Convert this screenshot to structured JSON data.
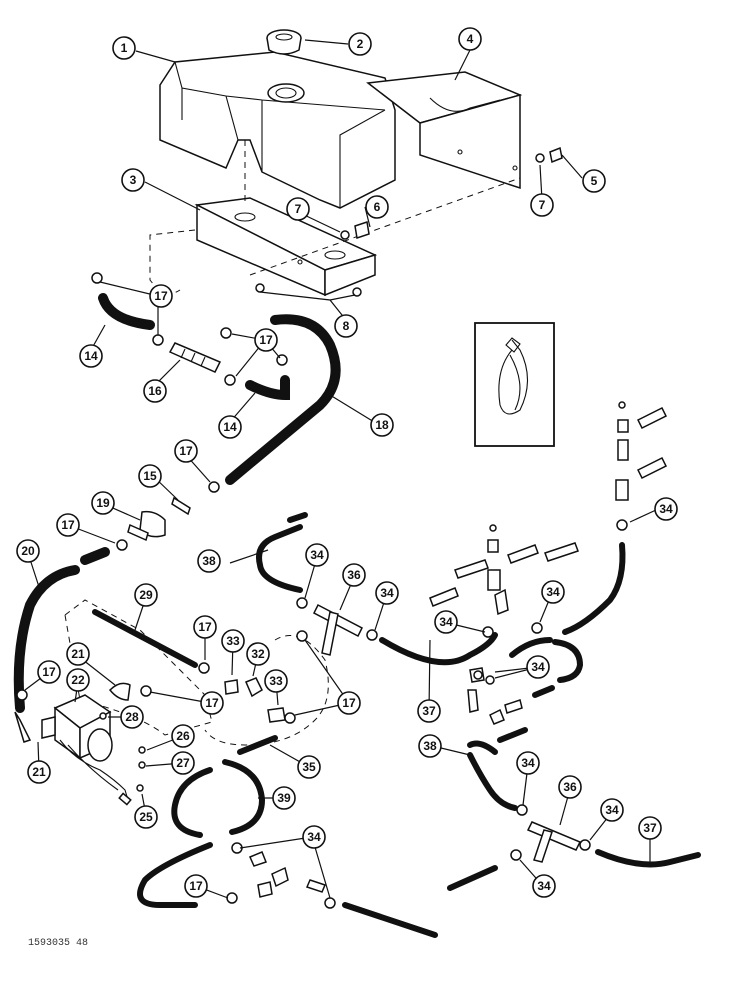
{
  "figure": {
    "reference": "1593035 48",
    "callouts": [
      {
        "key": "c1",
        "label": "1"
      },
      {
        "key": "c2",
        "label": "2"
      },
      {
        "key": "c3",
        "label": "3"
      },
      {
        "key": "c4",
        "label": "4"
      },
      {
        "key": "c5",
        "label": "5"
      },
      {
        "key": "c6",
        "label": "6"
      },
      {
        "key": "c7a",
        "label": "7"
      },
      {
        "key": "c7b",
        "label": "7"
      },
      {
        "key": "c8",
        "label": "8"
      },
      {
        "key": "c14a",
        "label": "14"
      },
      {
        "key": "c14b",
        "label": "14"
      },
      {
        "key": "c15",
        "label": "15"
      },
      {
        "key": "c16",
        "label": "16"
      },
      {
        "key": "c17a",
        "label": "17"
      },
      {
        "key": "c17b",
        "label": "17"
      },
      {
        "key": "c17c",
        "label": "17"
      },
      {
        "key": "c17d",
        "label": "17"
      },
      {
        "key": "c17e",
        "label": "17"
      },
      {
        "key": "c17f",
        "label": "17"
      },
      {
        "key": "c17g",
        "label": "17"
      },
      {
        "key": "c17h",
        "label": "17"
      },
      {
        "key": "c17i",
        "label": "17"
      },
      {
        "key": "c18",
        "label": "18"
      },
      {
        "key": "c19",
        "label": "19"
      },
      {
        "key": "c20",
        "label": "20"
      },
      {
        "key": "c21a",
        "label": "21"
      },
      {
        "key": "c21b",
        "label": "21"
      },
      {
        "key": "c22",
        "label": "22"
      },
      {
        "key": "c25",
        "label": "25"
      },
      {
        "key": "c26",
        "label": "26"
      },
      {
        "key": "c27",
        "label": "27"
      },
      {
        "key": "c28",
        "label": "28"
      },
      {
        "key": "c29",
        "label": "29"
      },
      {
        "key": "c32",
        "label": "32"
      },
      {
        "key": "c33a",
        "label": "33"
      },
      {
        "key": "c33b",
        "label": "33"
      },
      {
        "key": "c34a",
        "label": "34"
      },
      {
        "key": "c34b",
        "label": "34"
      },
      {
        "key": "c34c",
        "label": "34"
      },
      {
        "key": "c34d",
        "label": "34"
      },
      {
        "key": "c34e",
        "label": "34"
      },
      {
        "key": "c34f",
        "label": "34"
      },
      {
        "key": "c34g",
        "label": "34"
      },
      {
        "key": "c34h",
        "label": "34"
      },
      {
        "key": "c34i",
        "label": "34"
      },
      {
        "key": "c34j",
        "label": "34"
      },
      {
        "key": "c34k",
        "label": "34"
      },
      {
        "key": "c35",
        "label": "35"
      },
      {
        "key": "c36a",
        "label": "36"
      },
      {
        "key": "c36b",
        "label": "36"
      },
      {
        "key": "c37a",
        "label": "37"
      },
      {
        "key": "c37b",
        "label": "37"
      },
      {
        "key": "c38a",
        "label": "38"
      },
      {
        "key": "c38b",
        "label": "38"
      },
      {
        "key": "c39",
        "label": "39"
      }
    ]
  }
}
